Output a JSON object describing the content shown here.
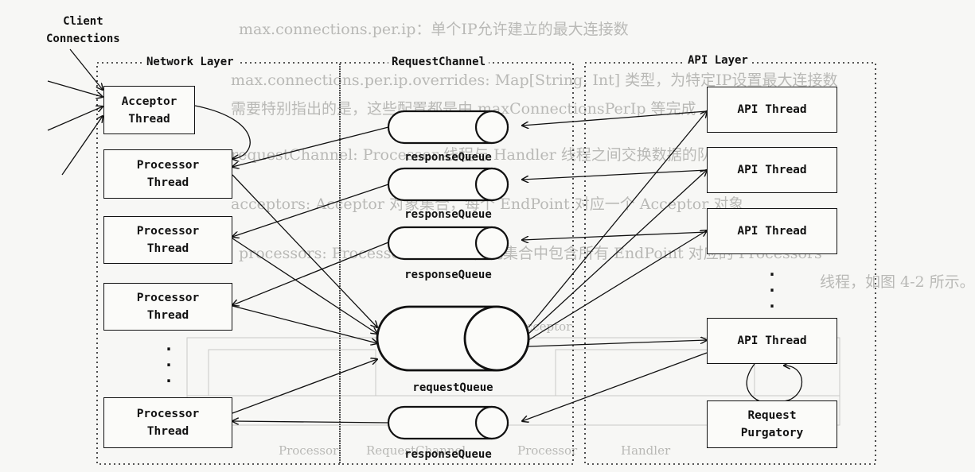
{
  "background_text": [
    "max.connections.per.ip：单个IP允许建立的最大连接数",
    "max.connections.per.ip.overrides: Map[String, Int] 类型，为特定IP设置最大连接数",
    "需要特别指出的是，这些配置都是由 maxConnectionsPerIp 等完成",
    "requestChannel: Processor 线程与 Handler 线程之间交换数据的队列",
    "acceptors: Acceptor 对象集合，每个 EndPoint 对应一个 Acceptor 对象",
    "processors: Processor 线程集合，此集合中包含所有 EndPoint 对应的 Processors",
    "线程，如图 4-2 所示。",
    "Acceptor",
    "Processor",
    "RequestChannel",
    "Processor",
    "Handler"
  ],
  "client_connections": "Client\nConnections",
  "layers": {
    "network": "Network Layer",
    "channel": "RequestChannel",
    "api": "API Layer"
  },
  "network_boxes": {
    "acceptor": "Acceptor\nThread",
    "processor_1": "Processor\nThread",
    "processor_2": "Processor\nThread",
    "processor_3": "Processor\nThread",
    "processor_4": "Processor\nThread"
  },
  "api_boxes": {
    "thread_1": "API Thread",
    "thread_2": "API Thread",
    "thread_3": "API Thread",
    "thread_4": "API Thread",
    "purgatory": "Request\nPurgatory"
  },
  "queues": {
    "response_1": "responseQueue",
    "response_2": "responseQueue",
    "response_3": "responseQueue",
    "request": "requestQueue",
    "response_4": "responseQueue"
  },
  "ellipsis": ".\n.\n."
}
